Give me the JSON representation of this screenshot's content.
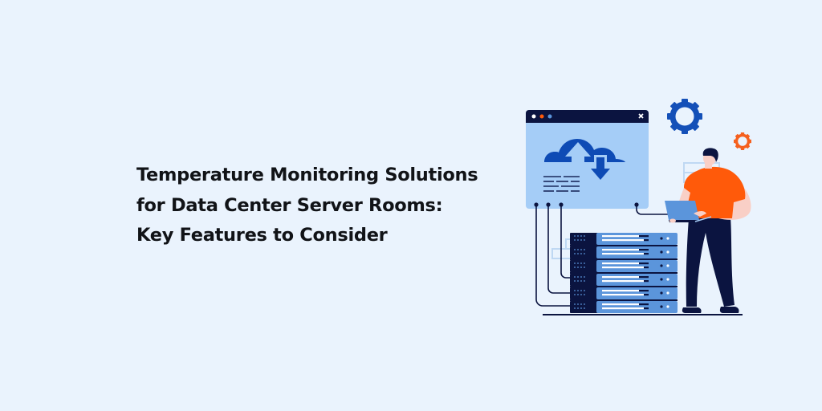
{
  "banner": {
    "title_lines": [
      "Temperature Monitoring Solutions",
      "for Data Center Server Rooms:",
      "Key Features to Consider"
    ]
  },
  "illustration": {
    "description": "Person holding laptop beside server rack connected to cloud window",
    "elements": [
      "browser-window",
      "cloud-upload-download-icon",
      "gear-icon-large",
      "gear-icon-small",
      "server-rack",
      "person-with-laptop"
    ]
  },
  "colors": {
    "background": "#EAF3FD",
    "title_text": "#111317",
    "navy": "#0B1440",
    "window_body": "#A5CDF7",
    "cloud_blue": "#0E4BB5",
    "server_blue": "#5B95DB",
    "orange": "#FF5A0A",
    "skin": "#F9CFC6",
    "gear_blue": "#1450B8",
    "gear_orange": "#F5601E"
  }
}
